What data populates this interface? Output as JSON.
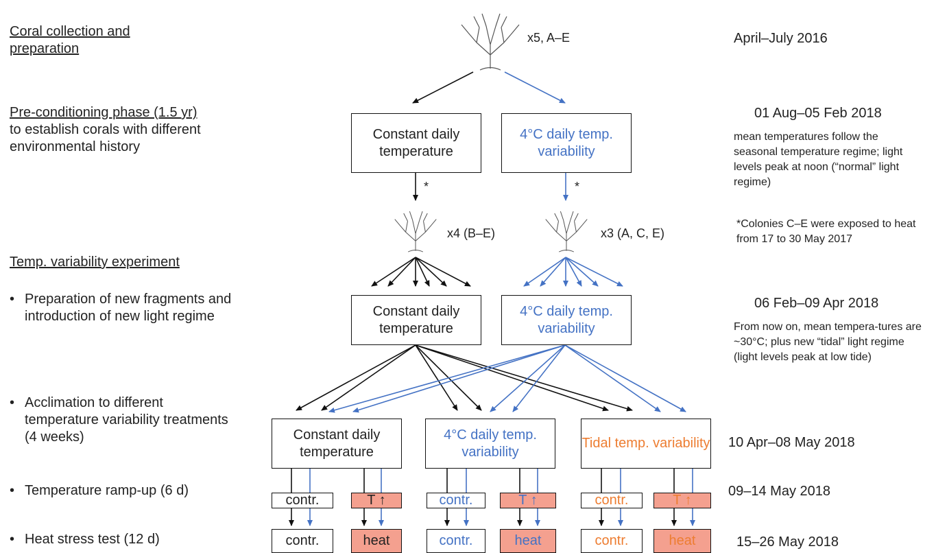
{
  "left": {
    "coral_collection": "Coral collection and preparation",
    "preconditioning_title": "Pre-conditioning phase (1.5 yr)",
    "preconditioning_desc": "to establish corals with different environmental history",
    "temp_exp_title": "Temp. variability experiment",
    "bullets": [
      "Preparation of new fragments and introduction of new light regime",
      "Acclimation to different temperature variability treatments (4 weeks)",
      "Temperature ramp-up (6 d)",
      "Heat stress test (12 d)"
    ]
  },
  "center": {
    "top_coral_label": "x5, A–E",
    "pre_const": "Constant daily temperature",
    "pre_var": "4°C daily temp. variability",
    "star": "*",
    "coral_left_label": "x4 (B–E)",
    "coral_right_label": "x3 (A, C, E)",
    "exp_const": "Constant daily temperature",
    "exp_var": "4°C daily temp. variability",
    "acc_const": "Constant daily temperature",
    "acc_var": "4°C daily temp. variability",
    "acc_tidal": "Tidal temp. variability",
    "contr": "contr.",
    "tup": "T ↑",
    "heat": "heat"
  },
  "right": {
    "date1": "April–July 2016",
    "date2": "01 Aug–05 Feb 2018",
    "note2": "mean temperatures follow the seasonal temperature regime; light levels peak at noon (“normal” light regime)",
    "note_star": "*Colonies C–E were exposed to heat from 17 to 30 May 2017",
    "date3": "06 Feb–09 Apr 2018",
    "note3": "From now on, mean tempera-tures are ~30°C; plus new “tidal” light regime (light levels peak at low tide)",
    "date4": "10 Apr–08 May 2018",
    "date5": "09–14 May 2018",
    "date6": "15–26 May 2018"
  },
  "colors": {
    "blue": "#4472c4",
    "orange": "#ed7d31",
    "heat_fill": "#f4a08f",
    "black": "#111111"
  }
}
